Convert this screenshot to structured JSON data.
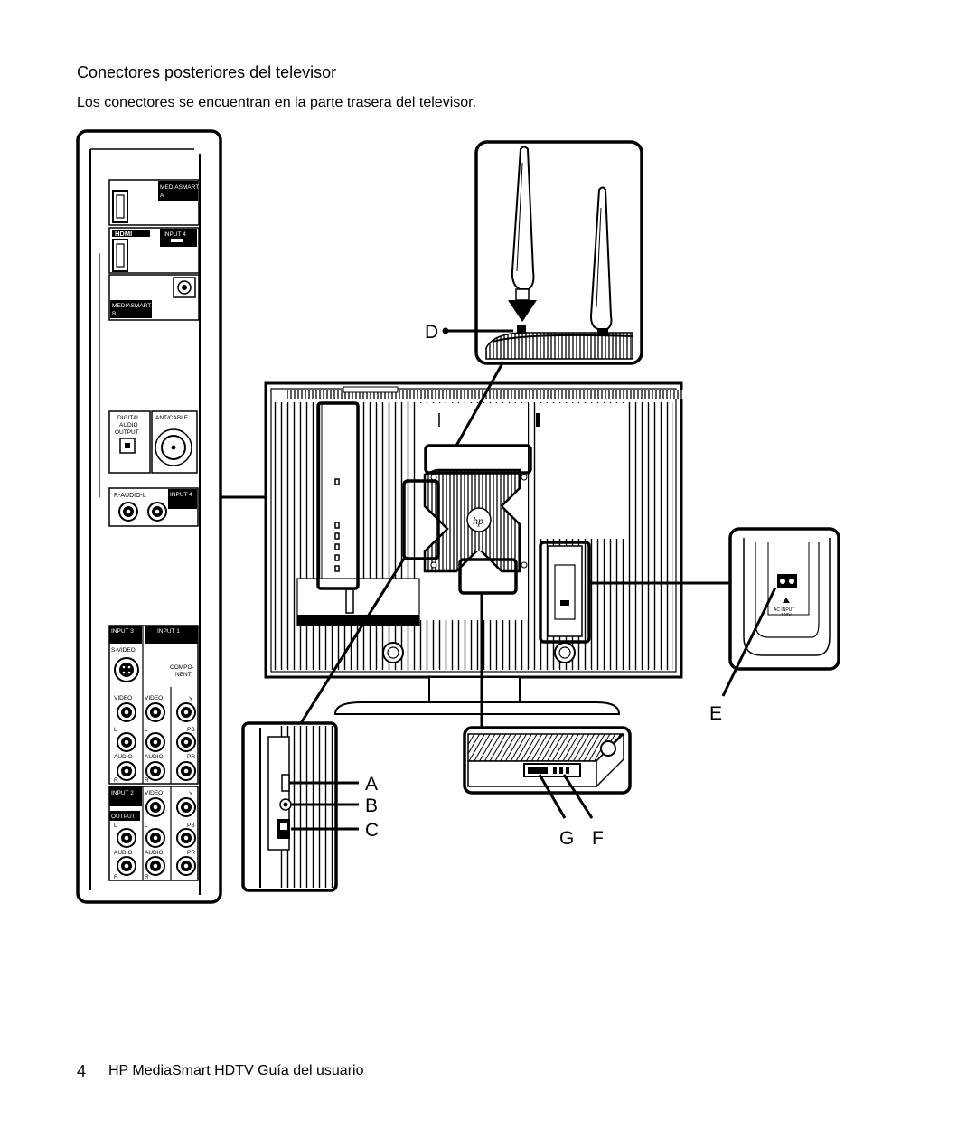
{
  "heading": "Conectores posteriores del televisor",
  "intro": "Los conectores se encuentran en la parte trasera del televisor.",
  "footer": {
    "page_number": "4",
    "title": "HP MediaSmart HDTV Guía del usuario"
  },
  "callouts": {
    "a": "A",
    "b": "B",
    "c": "C",
    "d": "D",
    "e": "E",
    "g": "G",
    "f": "F"
  },
  "panel_labels": {
    "mediasmart_a": [
      "MEDIASMART",
      "A"
    ],
    "hdmi": "HDMI",
    "input4_top": "INPUT 4",
    "mediasmart_b": [
      "MEDIASMART",
      "B"
    ],
    "digital_audio_output": [
      "DIGITAL",
      "AUDIO",
      "OUTPUT"
    ],
    "ant_cable": "ANT/CABLE",
    "r_audio_l": "R-AUDIO-L",
    "input4_mid": "INPUT 4",
    "input3": "INPUT 3",
    "input1": "INPUT 1",
    "s_video": "S-VIDEO",
    "component": [
      "COMPO-",
      "NENT"
    ],
    "video": "VIDEO",
    "y": "Y",
    "l": "L",
    "pb": "PB",
    "audio": "AUDIO",
    "pr": "PR",
    "r": "R",
    "input2": "INPUT 2",
    "output": "OUTPUT",
    "ac_input": [
      "AC INPUT",
      "120V"
    ]
  }
}
